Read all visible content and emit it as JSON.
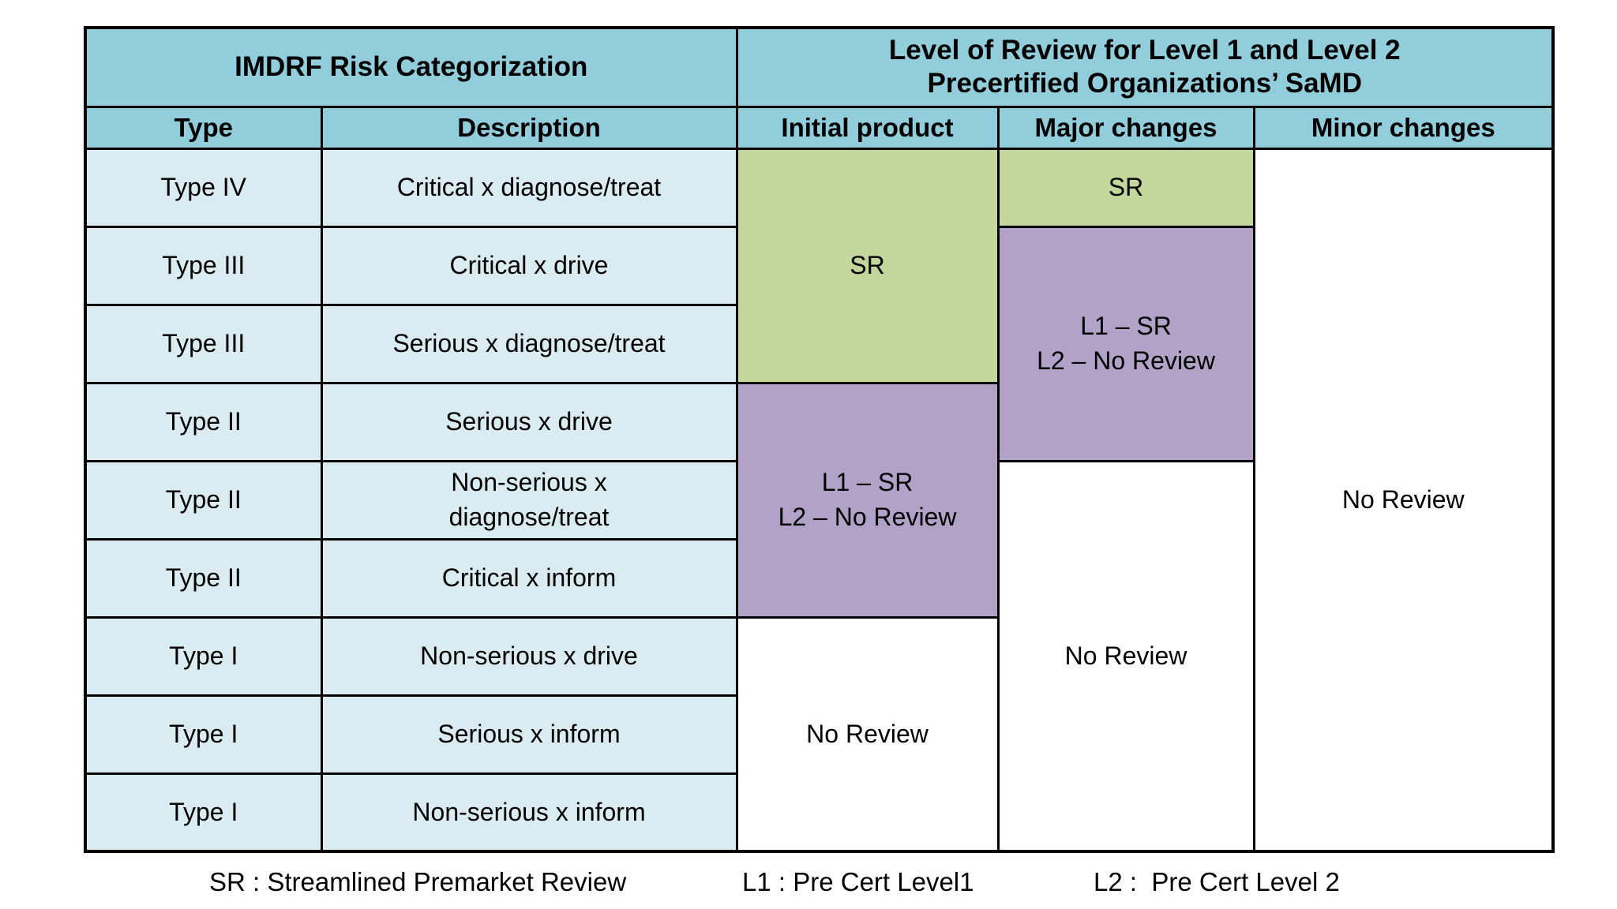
{
  "colors": {
    "header_blue": "#92CDDC",
    "row_blue": "#DAEBF1",
    "green": "#C3D69B",
    "purple": "#B2A2C7",
    "white": "#FFFFFF",
    "border": "#000000",
    "text": "#000000"
  },
  "table": {
    "group_headers": {
      "left": "IMDRF Risk Categorization",
      "right": "Level of Review for Level 1 and Level 2\nPrecertified Organizations’ SaMD"
    },
    "column_headers": [
      "Type",
      "Description",
      "Initial product",
      "Major changes",
      "Minor changes"
    ],
    "risk_rows": [
      {
        "type": "Type IV",
        "description": "Critical x diagnose/treat"
      },
      {
        "type": "Type III",
        "description": "Critical x drive"
      },
      {
        "type": "Type III",
        "description": "Serious x diagnose/treat"
      },
      {
        "type": "Type II",
        "description": "Serious x drive"
      },
      {
        "type": "Type II",
        "description": "Non-serious x\ndiagnose/treat"
      },
      {
        "type": "Type II",
        "description": "Critical x inform"
      },
      {
        "type": "Type I",
        "description": "Non-serious x drive"
      },
      {
        "type": "Type I",
        "description": "Serious x inform"
      },
      {
        "type": "Type I",
        "description": "Non-serious x inform"
      }
    ],
    "review_columns": [
      {
        "key": "initial-product",
        "segments": [
          {
            "label": "SR",
            "rowspan": 3,
            "fill": "green"
          },
          {
            "label": "L1 – SR\nL2 – No Review",
            "rowspan": 3,
            "fill": "purple"
          },
          {
            "label": "No Review",
            "rowspan": 3,
            "fill": "white"
          }
        ]
      },
      {
        "key": "major-changes",
        "segments": [
          {
            "label": "SR",
            "rowspan": 1,
            "fill": "green"
          },
          {
            "label": "L1 – SR\nL2 – No Review",
            "rowspan": 3,
            "fill": "purple"
          },
          {
            "label": "No Review",
            "rowspan": 5,
            "fill": "white"
          }
        ]
      },
      {
        "key": "minor-changes",
        "segments": [
          {
            "label": "No Review",
            "rowspan": 9,
            "fill": "white"
          }
        ]
      }
    ]
  },
  "legend": {
    "items": [
      "SR : Streamlined Premarket Review",
      "L1 : Pre Cert Level1",
      "L2 :  Pre Cert Level 2"
    ]
  }
}
